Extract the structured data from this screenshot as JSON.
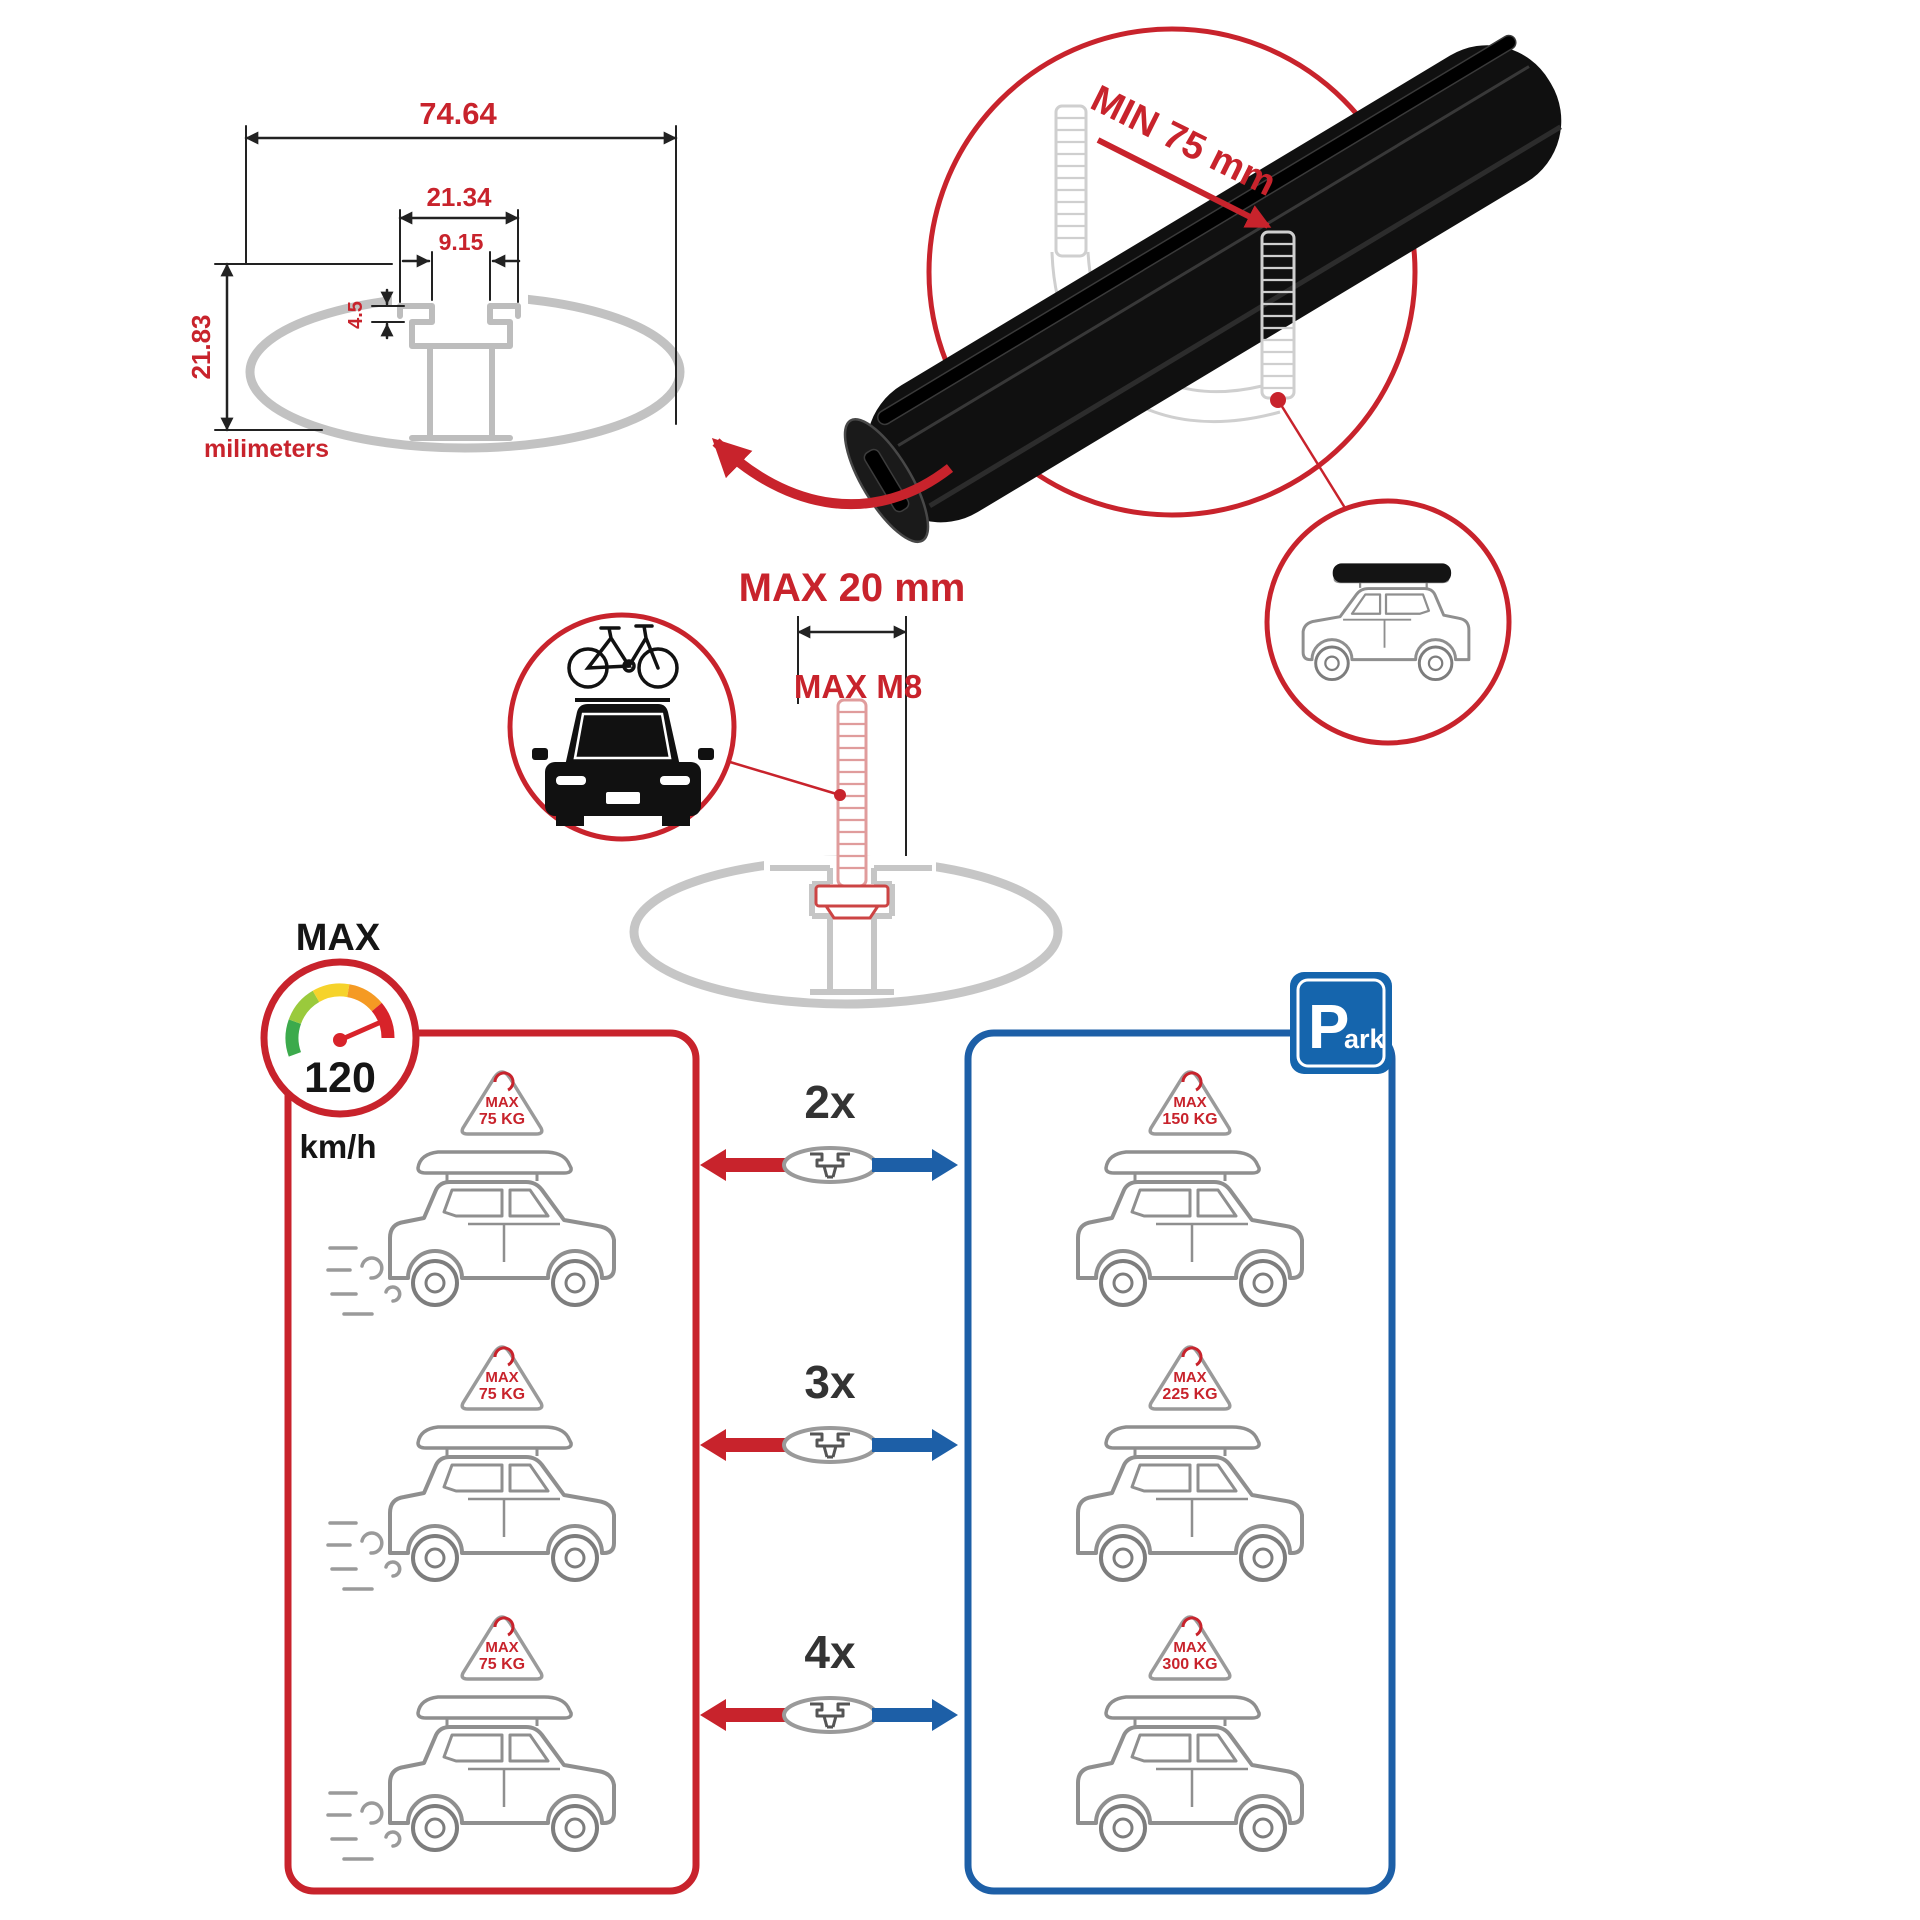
{
  "colors": {
    "red": "#c8232c",
    "blue": "#1d5fa7",
    "gray": "#c6c6c6",
    "black": "#101010"
  },
  "cross_section": {
    "dim_total_width": "74.64",
    "dim_mid_width": "21.34",
    "dim_slot_width": "9.15",
    "dim_lip_height": "4.5",
    "dim_height": "21.83",
    "unit_label": "milimeters"
  },
  "clamp_detail": {
    "min_span_label": "MIN 75 mm"
  },
  "bolt_detail": {
    "max_width_label": "MAX 20 mm",
    "max_thread_label": "MAX M8"
  },
  "speed_limit": {
    "label": "MAX",
    "value": "120",
    "unit": "km/h"
  },
  "dynamic_box": {
    "cars": [
      {
        "load_label": "MAX",
        "load_value": "75 KG"
      },
      {
        "load_label": "MAX",
        "load_value": "75 KG"
      },
      {
        "load_label": "MAX",
        "load_value": "75 KG"
      }
    ]
  },
  "multipliers": [
    {
      "label": "2x"
    },
    {
      "label": "3x"
    },
    {
      "label": "4x"
    }
  ],
  "static_box": {
    "cars": [
      {
        "load_label": "MAX",
        "load_value": "150 KG"
      },
      {
        "load_label": "MAX",
        "load_value": "225 KG"
      },
      {
        "load_label": "MAX",
        "load_value": "300 KG"
      }
    ]
  },
  "park_sign": {
    "letter": "P",
    "suffix": "ark"
  }
}
